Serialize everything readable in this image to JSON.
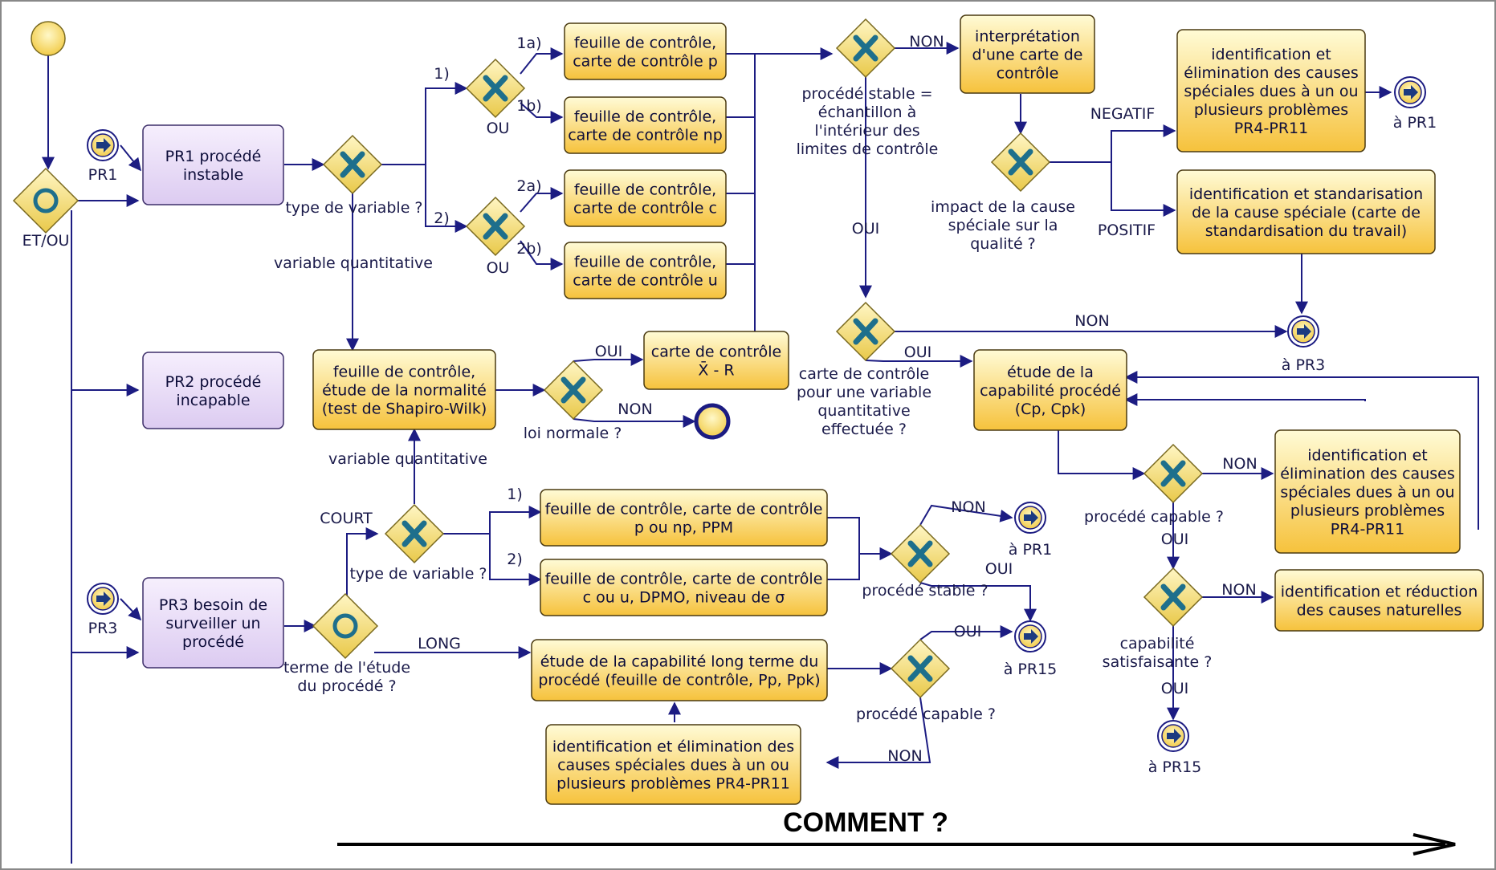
{
  "colors": {
    "task_fill_top": "#fffbd6",
    "task_fill_bottom": "#f6c23c",
    "task_stroke": "#4a3a10",
    "process_fill": "#e9dcf6",
    "process_stroke": "#3d2f6a",
    "gateway_fill": "#f4df7a",
    "gateway_stroke": "#7a6a20",
    "gateway_mark": "#1e6f8c",
    "flow": "#1c1c82"
  },
  "icons": {
    "link_event": "arrow-right-circle-icon",
    "gateway_exclusive": "x-icon",
    "gateway_inclusive": "circle-icon"
  },
  "start_gateway": {
    "label": "ET/OU"
  },
  "processes": {
    "pr1": [
      "PR1 procédé",
      "instable"
    ],
    "pr2": [
      "PR2 procédé",
      "incapable"
    ],
    "pr3": [
      "PR3 besoin de",
      "surveiller un",
      "procédé"
    ]
  },
  "events": {
    "pr1_in": "PR1",
    "pr3_in": "PR3",
    "to_pr1_top": "à PR1",
    "to_pr3": "à PR3",
    "to_pr1_mid": "à PR1",
    "to_pr15_mid": "à PR15",
    "to_pr15_right": "à PR15"
  },
  "tasks": {
    "chart_p": [
      "feuille de contrôle,",
      "carte de contrôle p"
    ],
    "chart_np": [
      "feuille de contrôle,",
      "carte de contrôle np"
    ],
    "chart_c": [
      "feuille de contrôle,",
      "carte de contrôle c"
    ],
    "chart_u": [
      "feuille de contrôle,",
      "carte de contrôle u"
    ],
    "normality": [
      "feuille de contrôle,",
      "étude de la normalité",
      "(test de Shapiro-Wilk)"
    ],
    "xbar_r": [
      "carte de contrôle",
      "X̄ - R"
    ],
    "short_attr": [
      "feuille de contrôle, carte de contrôle",
      "p ou np, PPM"
    ],
    "short_cu": [
      "feuille de contrôle, carte de contrôle",
      "c ou u, DPMO, niveau de σ"
    ],
    "long_cap": [
      "étude de la capabilité long terme du",
      "procédé (feuille de contrôle, Pp, Ppk)"
    ],
    "elim_bottom": [
      "identification et élimination des",
      "causes spéciales dues à un ou",
      "plusieurs problèmes PR4-PR11"
    ],
    "interpret": [
      "interprétation",
      "d'une carte de",
      "contrôle"
    ],
    "elim_top": [
      "identification et",
      "élimination des causes",
      "spéciales dues à un ou",
      "plusieurs problèmes",
      "PR4-PR11"
    ],
    "standardize": [
      "identification et standarisation",
      "de la cause spéciale (carte de",
      "standardisation du travail)"
    ],
    "capability": [
      "étude de la",
      "capabilité procédé",
      "(Cp, Cpk)"
    ],
    "elim_right": [
      "identification et",
      "élimination des causes",
      "spéciales dues à un ou",
      "plusieurs problèmes",
      "PR4-PR11"
    ],
    "reduce_natural": [
      "identification et réduction",
      "des causes naturelles"
    ]
  },
  "labels": {
    "type_var_1": "type de variable ?",
    "var_quant_1": "variable quantitative",
    "ou_1": "OU",
    "ou_2": "OU",
    "b1": "1)",
    "b2": "2)",
    "b1a": "1a)",
    "b1b": "1b)",
    "b2a": "2a)",
    "b2b": "2b)",
    "oui_normal": "OUI",
    "non_normal": "NON",
    "loi_normale": "loi normale ?",
    "var_quant_2": "variable quantitative",
    "court": "COURT",
    "long": "LONG",
    "type_var_2": "type de variable ?",
    "terme": [
      "terme de l'étude",
      "du procédé ?"
    ],
    "c1": "1)",
    "c2": "2)",
    "non_stable2": "NON",
    "oui_stable2": "OUI",
    "stable2": "procédé stable ?",
    "oui_cap_long": "OUI",
    "non_cap_long": "NON",
    "cap_long": "procédé capable ?",
    "non_top": "NON",
    "stable_top": [
      "procédé stable =",
      "échantillon à",
      "l'intérieur des",
      "limites de contrôle"
    ],
    "oui_top": "OUI",
    "negatif": "NEGATIF",
    "positif": "POSITIF",
    "impact": [
      "impact de la cause",
      "spéciale sur la",
      "qualité ?"
    ],
    "non_quant": "NON",
    "oui_quant": "OUI",
    "quant_done": [
      "carte de contrôle",
      "pour une variable",
      "quantitative",
      "effectuée ?"
    ],
    "non_capable": "NON",
    "capable_q": "procédé capable ?",
    "oui_capable": "OUI",
    "non_satis": "NON",
    "satis": [
      "capabilité",
      "satisfaisante ?"
    ],
    "oui_satis": "OUI"
  },
  "footer": {
    "title": "COMMENT ?"
  }
}
